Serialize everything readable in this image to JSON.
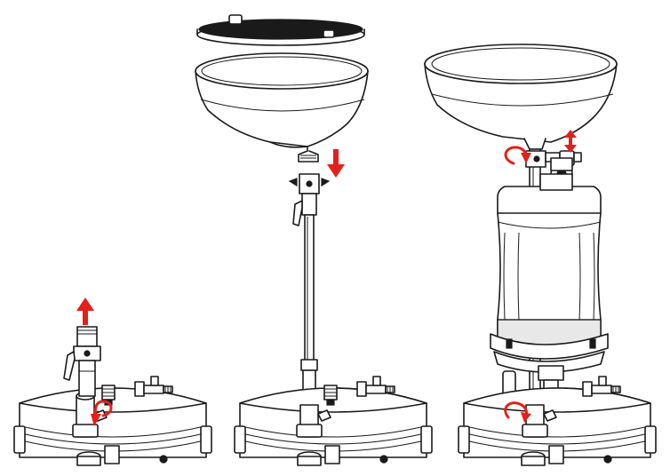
{
  "figure": {
    "steps": [
      {
        "name": "step-1-remove-valve"
      },
      {
        "name": "step-2-attach-funnel"
      },
      {
        "name": "step-3-attach-tank"
      }
    ],
    "colors": {
      "line": "#1a1a1a",
      "arrow": "#e3201b",
      "background": "#ffffff",
      "lid": "#1a1a1a"
    },
    "icons": [
      "arrow-up-icon",
      "arrow-down-icon",
      "rotate-arrow-icon",
      "double-arrow-icon"
    ]
  }
}
